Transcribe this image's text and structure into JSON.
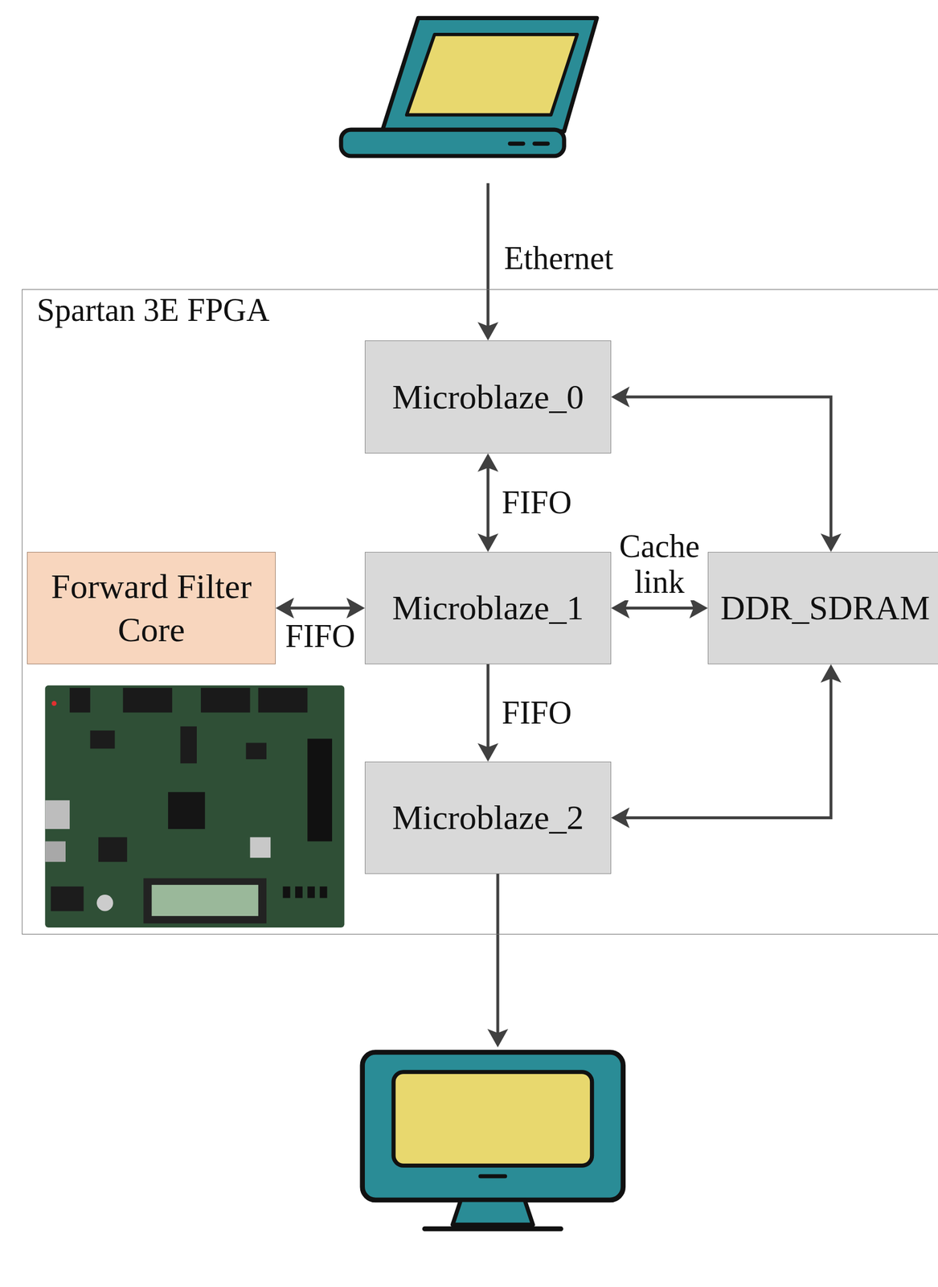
{
  "diagram": {
    "nodes": [
      {
        "text": [
          "Spartan 3E FPGA"
        ]
      },
      {
        "text": [
          "Microblaze_0"
        ],
        "in": 0
      },
      {
        "text": [
          "Forward Filter Core"
        ],
        "in": 0
      },
      {
        "text": [
          "Microblaze_1"
        ],
        "in": 0
      },
      {
        "text": [
          "DDR_SDRAM"
        ],
        "in": 0
      },
      {
        "text": [
          "Microblaze_2"
        ],
        "in": 0
      }
    ],
    "edges": [
      {
        "from": 1,
        "to": 3,
        "arrow": "both",
        "label": "FIFO"
      },
      {
        "from": 2,
        "to": 3,
        "arrow": "both",
        "label": "FIFO"
      },
      {
        "from": 3,
        "to": 4,
        "arrow": "both",
        "label": "Cache link"
      },
      {
        "from": 3,
        "to": 5,
        "arrow": "to",
        "label": "FIFO"
      },
      {
        "from": 1,
        "to": 4,
        "arrow": "both"
      },
      {
        "from": 5,
        "to": 4,
        "arrow": "both"
      }
    ],
    "labels": [
      "Ethernet"
    ]
  }
}
